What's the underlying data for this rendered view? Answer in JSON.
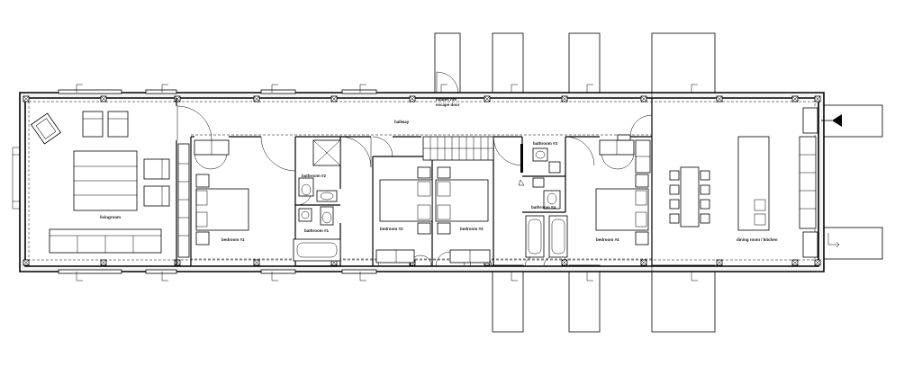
{
  "rooms": {
    "livingroom": "livingroom",
    "hallway": "hallway",
    "bedroom1": "bedroom #1",
    "bathroom1": "bathroom #1",
    "bathroom2": "bathroom #2",
    "bedroom2": "bedroom #2",
    "bedroom3": "bedroom #3",
    "bathroom3": "bathroom #3",
    "bathroom4": "bathroom #4",
    "bedroom4": "bedroom #4",
    "dining": "dining room / kitchen"
  },
  "notes": {
    "storage_line1": "hidden fire",
    "storage_line2": "escape door"
  },
  "colors": {
    "line": "#000000",
    "wall_fill": "#f3f3f3",
    "background": "#ffffff"
  }
}
